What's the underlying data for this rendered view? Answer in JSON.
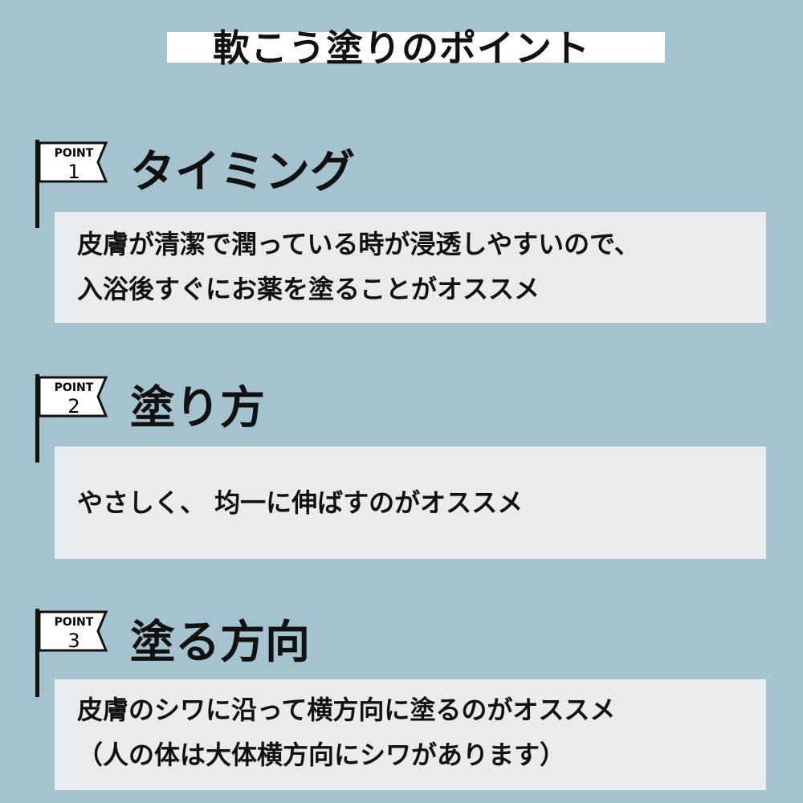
{
  "title": "軟こう塗りのポイント",
  "points": [
    {
      "badge": "POINT",
      "number": "1",
      "heading": "タイミング",
      "lines": [
        "皮膚が清潔で潤っている時が浸透しやすいので、",
        "入浴後すぐにお薬を塗ることがオススメ"
      ]
    },
    {
      "badge": "POINT",
      "number": "2",
      "heading": "塗り方",
      "lines": [
        "やさしく、 均一に伸ばすのがオススメ"
      ]
    },
    {
      "badge": "POINT",
      "number": "3",
      "heading": "塗る方向",
      "lines": [
        "皮膚のシワに沿って横方向に塗るのがオススメ",
        "（人の体は大体横方向にシワがあります）"
      ]
    }
  ],
  "colors": {
    "background": "#a5c3cf",
    "panel": "#e8ecee",
    "text": "#111111",
    "title_bar": "#ffffff"
  }
}
